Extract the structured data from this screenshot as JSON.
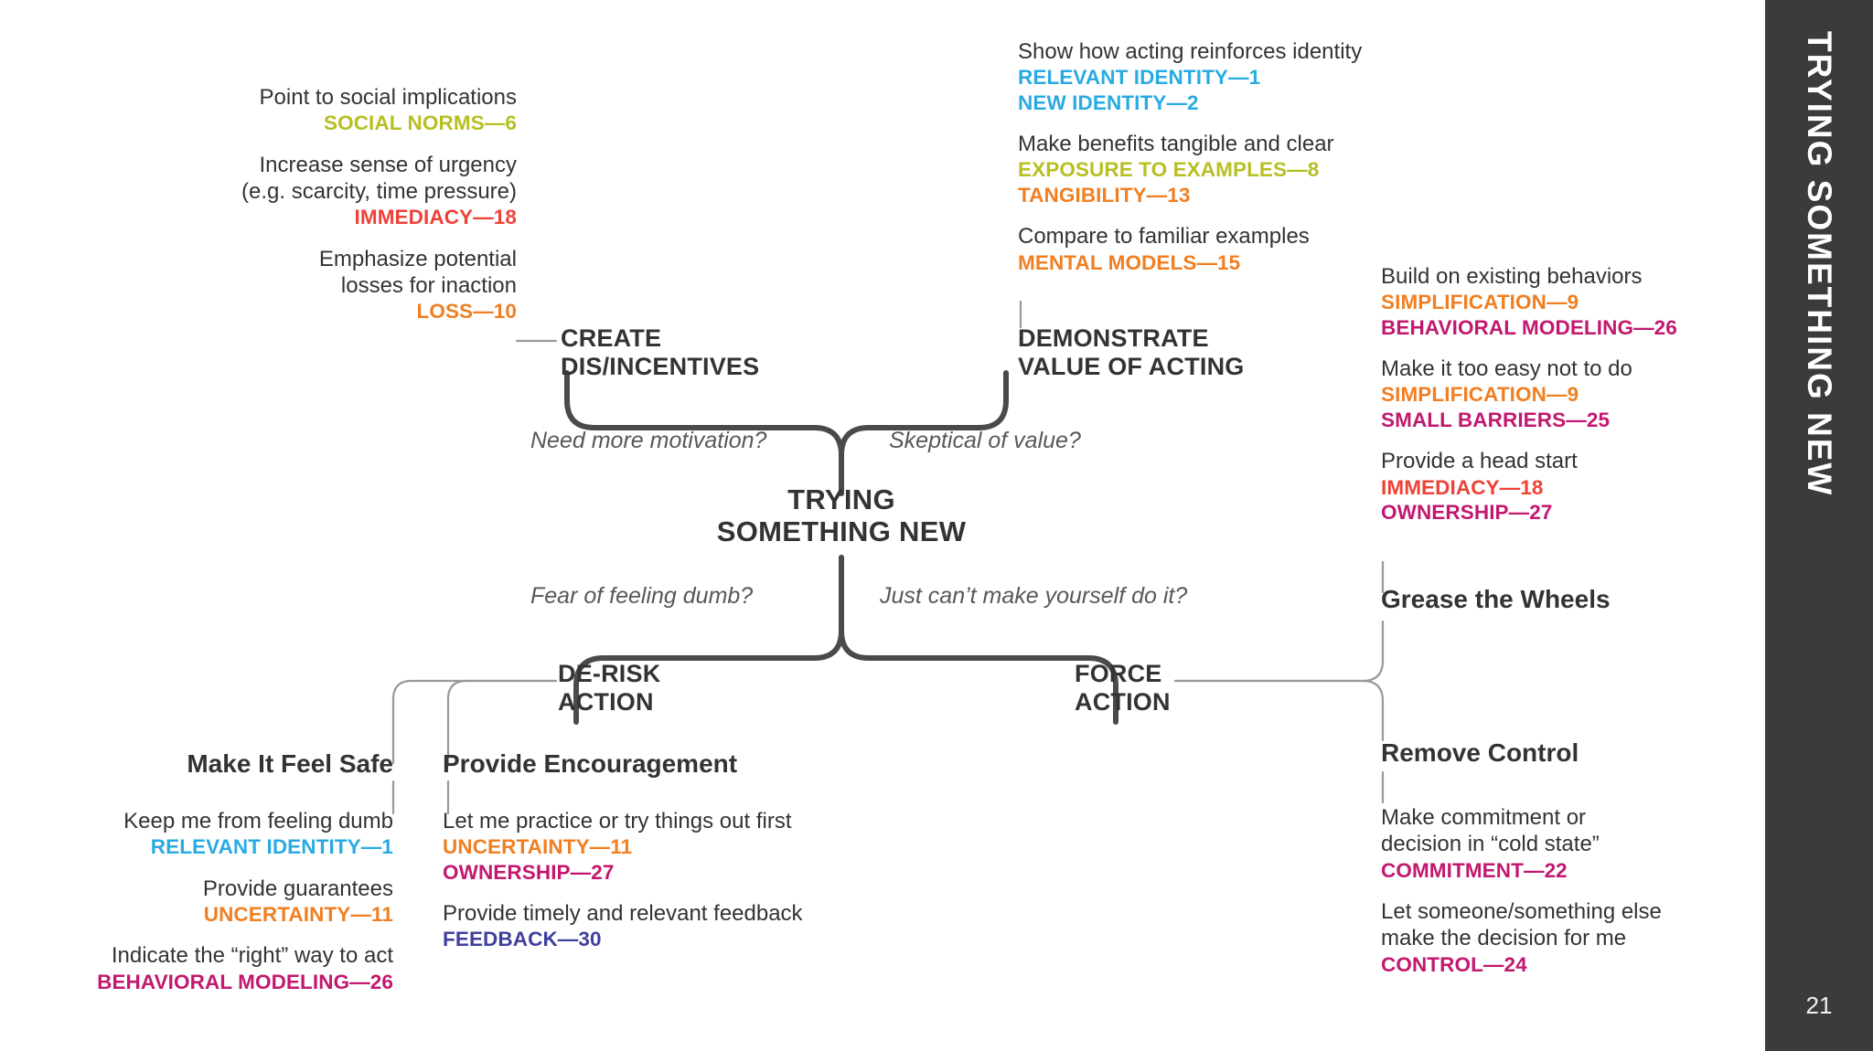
{
  "rail": {
    "title": "TRYING SOMETHING NEW",
    "page_number": "21"
  },
  "colors": {
    "background": "#ffffff",
    "rail_bg": "#3b3b3d",
    "text_dark": "#333335",
    "question_gray": "#58585a",
    "wire_main": "#4a4a4c",
    "wire_thin": "#9a9a9c",
    "blue": "#29abe2",
    "olive": "#b7bf22",
    "orange": "#f07f22",
    "red": "#ef4136",
    "magenta": "#c2186f",
    "indigo": "#3f3f9e"
  },
  "hub": {
    "line1": "TRYING",
    "line2": "SOMETHING NEW"
  },
  "branches": {
    "create_dis_incentives": {
      "line1": "CREATE",
      "line2": "DIS/INCENTIVES",
      "question": "Need more motivation?",
      "items": [
        {
          "desc": "Point to social implications",
          "tags": [
            {
              "label": "SOCIAL NORMS—6",
              "color": "#b7bf22"
            }
          ]
        },
        {
          "desc": "Increase sense of urgency\n(e.g. scarcity, time pressure)",
          "tags": [
            {
              "label": "IMMEDIACY—18",
              "color": "#ef4136"
            }
          ]
        },
        {
          "desc": "Emphasize potential\nlosses for inaction",
          "tags": [
            {
              "label": "LOSS—10",
              "color": "#f07f22"
            }
          ]
        }
      ]
    },
    "demonstrate_value_of_acting": {
      "line1": "DEMONSTRATE",
      "line2": "VALUE OF ACTING",
      "question": "Skeptical of value?",
      "items": [
        {
          "desc": "Show how acting reinforces identity",
          "tags": [
            {
              "label": "RELEVANT IDENTITY—1",
              "color": "#29abe2"
            },
            {
              "label": "NEW IDENTITY—2",
              "color": "#29abe2"
            }
          ]
        },
        {
          "desc": "Make benefits tangible and clear",
          "tags": [
            {
              "label": "EXPOSURE TO EXAMPLES—8",
              "color": "#b7bf22"
            },
            {
              "label": "TANGIBILITY—13",
              "color": "#f07f22"
            }
          ]
        },
        {
          "desc": "Compare to familiar examples",
          "tags": [
            {
              "label": "MENTAL MODELS—15",
              "color": "#f07f22"
            }
          ]
        }
      ]
    },
    "de_risk_action": {
      "line1": "DE-RISK",
      "line2": "ACTION",
      "question": "Fear of feeling dumb?",
      "groups": [
        {
          "heading": "Make It Feel Safe",
          "items": [
            {
              "desc": "Keep me from feeling dumb",
              "tags": [
                {
                  "label": "RELEVANT IDENTITY—1",
                  "color": "#29abe2"
                }
              ]
            },
            {
              "desc": "Provide guarantees",
              "tags": [
                {
                  "label": "UNCERTAINTY—11",
                  "color": "#f07f22"
                }
              ]
            },
            {
              "desc": "Indicate the “right” way to act",
              "tags": [
                {
                  "label": "BEHAVIORAL MODELING—26",
                  "color": "#c2186f"
                }
              ]
            }
          ]
        },
        {
          "heading": "Provide Encouragement",
          "items": [
            {
              "desc": "Let me practice or try things out first",
              "tags": [
                {
                  "label": "UNCERTAINTY—11",
                  "color": "#f07f22"
                },
                {
                  "label": "OWNERSHIP—27",
                  "color": "#c2186f"
                }
              ]
            },
            {
              "desc": "Provide timely and relevant feedback",
              "tags": [
                {
                  "label": "FEEDBACK—30",
                  "color": "#3f3f9e"
                }
              ]
            }
          ]
        }
      ]
    },
    "force_action": {
      "line1": "FORCE",
      "line2": "ACTION",
      "question": "Just can’t make yourself do it?",
      "groups": [
        {
          "heading": "Grease the Wheels",
          "items": [
            {
              "desc": "Build on existing behaviors",
              "tags": [
                {
                  "label": "SIMPLIFICATION—9",
                  "color": "#f07f22"
                },
                {
                  "label": "BEHAVIORAL MODELING—26",
                  "color": "#c2186f"
                }
              ]
            },
            {
              "desc": "Make it too easy not to do",
              "tags": [
                {
                  "label": "SIMPLIFICATION—9",
                  "color": "#f07f22"
                },
                {
                  "label": "SMALL BARRIERS—25",
                  "color": "#c2186f"
                }
              ]
            },
            {
              "desc": "Provide a head start",
              "tags": [
                {
                  "label": "IMMEDIACY—18",
                  "color": "#ef4136"
                },
                {
                  "label": "OWNERSHIP—27",
                  "color": "#c2186f"
                }
              ]
            }
          ]
        },
        {
          "heading": "Remove Control",
          "items": [
            {
              "desc": "Make commitment or\ndecision in “cold state”",
              "tags": [
                {
                  "label": "COMMITMENT—22",
                  "color": "#c2186f"
                }
              ]
            },
            {
              "desc": "Let someone/something else\nmake the decision for me",
              "tags": [
                {
                  "label": "CONTROL—24",
                  "color": "#c2186f"
                }
              ]
            }
          ]
        }
      ]
    }
  }
}
